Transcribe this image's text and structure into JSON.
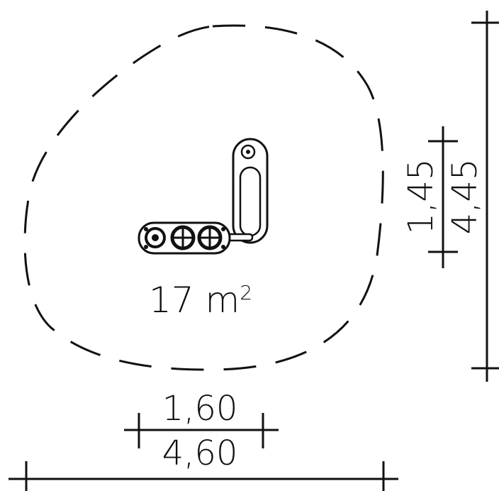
{
  "area": {
    "value": "17 m",
    "superscript": "2"
  },
  "dimensions": {
    "width_outer": "4,60",
    "width_inner": "1,60",
    "depth_outer": "4,45",
    "depth_inner": "1,45"
  },
  "colors": {
    "line": "#111111",
    "background": "#ffffff"
  }
}
